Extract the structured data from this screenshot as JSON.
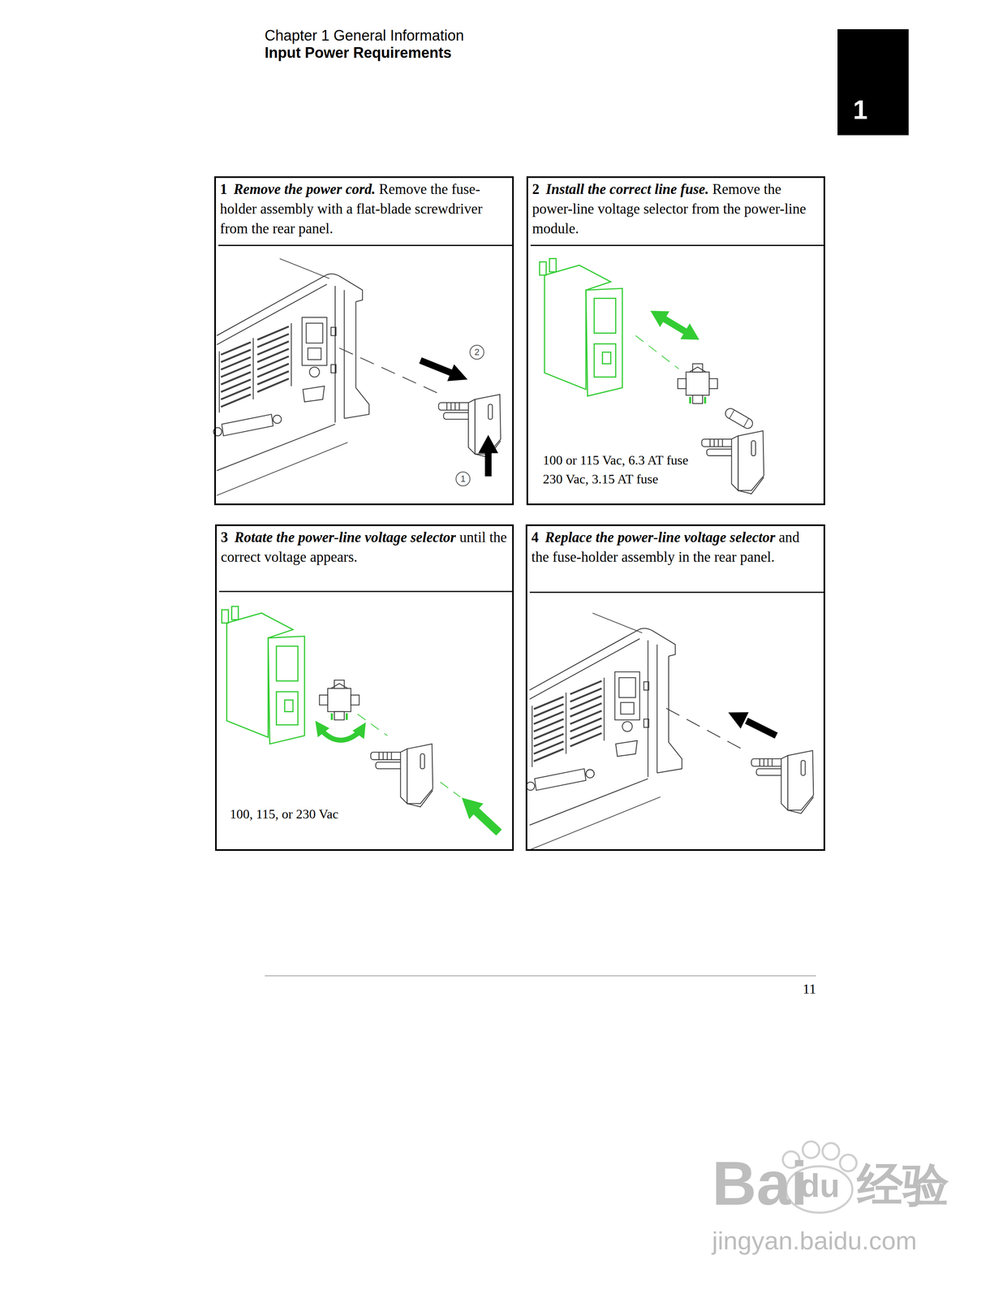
{
  "diagram": {
    "nodes": [
      {
        "text": [
          "1",
          "Remove the power cord.",
          "Remove the fuse-holder assembly with a flat-blade screwdriver from the rear panel."
        ]
      },
      {
        "text": [
          "2"
        ],
        "in": 0
      },
      {
        "text": [
          "1"
        ],
        "in": 0
      },
      {
        "text": [
          "2",
          "Install the correct line fuse.",
          "Remove the power-line voltage selector from the power-line module.",
          "100 or 115 Vac, 6.3 AT fuse",
          "230 Vac, 3.15 AT fuse"
        ]
      },
      {
        "text": [
          "3",
          "Rotate the power-line voltage selector",
          "until the correct voltage appears.",
          "100, 115, or 230 Vac"
        ]
      },
      {
        "text": [
          "4",
          "Replace the power-line voltage selector",
          "and the fuse-holder assembly in the rear panel."
        ]
      }
    ],
    "labels": [
      "Chapter 1 General Information",
      "Input Power Requirements",
      "1",
      "11",
      "Bai",
      "du",
      "经验",
      "jingyan.baidu.com"
    ]
  }
}
